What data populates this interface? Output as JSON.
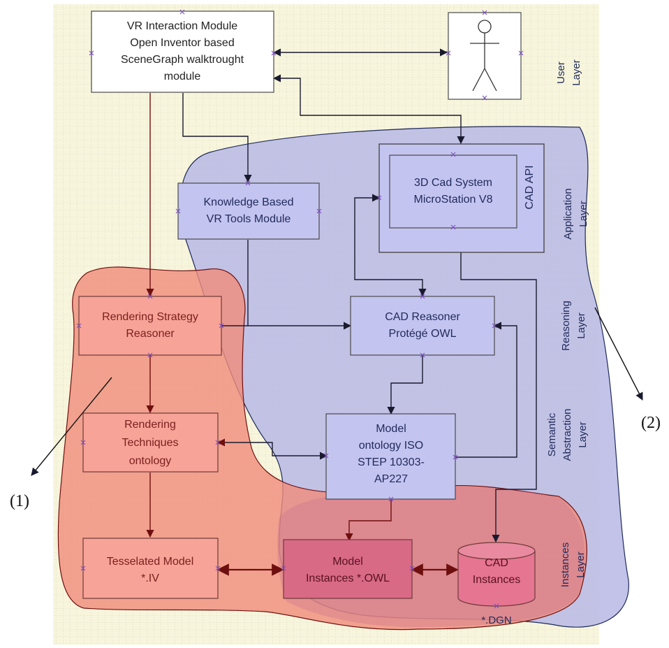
{
  "diagram": {
    "boxes": {
      "vr_interaction": [
        "VR Interaction Module",
        "Open Inventor based",
        "SceneGraph walktrought",
        "module"
      ],
      "kb_vr_tools": [
        "Knowledge Based",
        "VR Tools Module"
      ],
      "cad_system": [
        "3D Cad System",
        "MicroStation V8"
      ],
      "cad_api": "CAD API",
      "cad_reasoner": [
        "CAD Reasoner",
        "Protégé OWL"
      ],
      "model_ontology": [
        "Model",
        "ontology ISO",
        "STEP 10303-",
        "AP227"
      ],
      "rendering_reasoner": [
        "Rendering Strategy",
        "Reasoner"
      ],
      "rendering_techniques": [
        "Rendering",
        "Techniques",
        "ontology"
      ],
      "tesselated_model": [
        "Tesselated Model",
        "*.IV"
      ],
      "model_instances": [
        "Model",
        "Instances *.OWL"
      ],
      "cad_instances": [
        "CAD",
        "Instances"
      ],
      "cad_instances_ext": "*.DGN"
    },
    "layers": {
      "user": [
        "User",
        "Layer"
      ],
      "application": [
        "Application",
        "Layer"
      ],
      "reasoning": [
        "Reasoning",
        "Layer"
      ],
      "semantic": [
        "Semantic",
        "Abstraction",
        "Layer"
      ],
      "instances": [
        "Instances",
        "Layer"
      ]
    },
    "callouts": {
      "one": "(1)",
      "two": "(2)"
    },
    "colors": {
      "grid_bg": "#f7f5dc",
      "grid_line": "#c9c9b4",
      "blue_region": "#b9b9e6",
      "red_region": "#f08c7a",
      "box_outline": "#4a4a4a",
      "red_text": "#7a1f1f",
      "blue_text": "#1f2a5a",
      "arrow_dark": "#1a1a2e",
      "arrow_red": "#6e0f0f"
    }
  }
}
